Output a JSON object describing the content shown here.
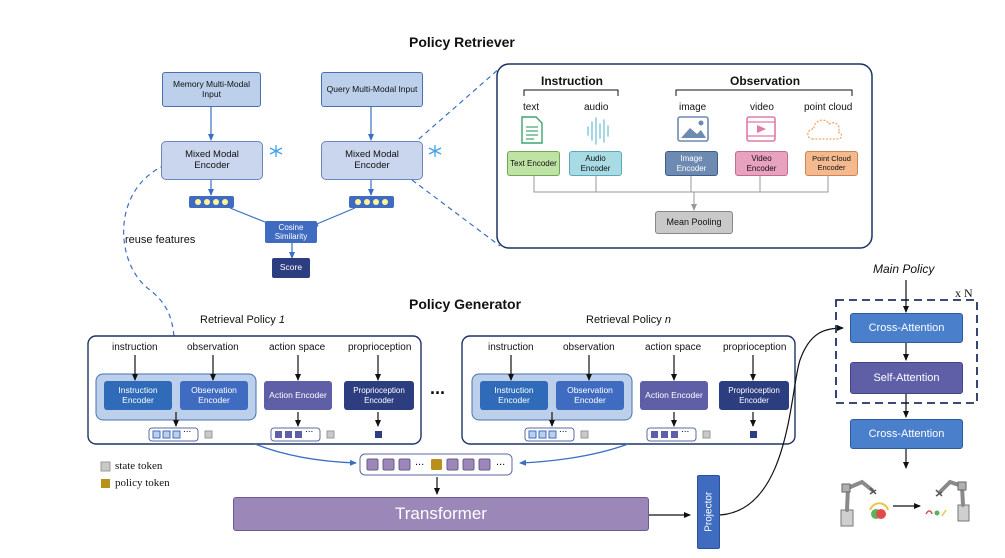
{
  "retriever": {
    "title": "Policy Retriever",
    "memory_input": "Memory Multi-Modal Input",
    "query_input": "Query Multi-Modal Input",
    "encoder": "Mixed Modal Encoder",
    "cosine": "Cosine Similarity",
    "score": "Score",
    "reuse": "reuse features"
  },
  "detail": {
    "instruction": "Instruction",
    "observation": "Observation",
    "mods": [
      "text",
      "audio",
      "image",
      "video",
      "point cloud"
    ],
    "encoders": [
      "Text Encoder",
      "Audio Encoder",
      "Image Encoder",
      "Video Encoder",
      "Point Cloud Encoder"
    ],
    "pooling": "Mean Pooling"
  },
  "generator": {
    "title": "Policy Generator",
    "policy1_prefix": "Retrieval Policy ",
    "policy1_index": "1",
    "policyn_prefix": "Retrieval Policy ",
    "policyn_index": "n",
    "inputs": [
      "instruction",
      "observation",
      "action space",
      "proprioception"
    ],
    "encoders": [
      "Instruction Encoder",
      "Observation Encoder",
      "Action Encoder",
      "Proprioception Encoder"
    ],
    "ellipsis": "...",
    "state_token": "state token",
    "policy_token": "policy token",
    "transformer": "Transformer",
    "projector": "Projector"
  },
  "main": {
    "title": "Main Policy",
    "repeat": "x N",
    "cross1": "Cross-Attention",
    "self": "Self-Attention",
    "cross2": "Cross-Attention"
  },
  "colors": {
    "light_blue": "#bcd0ec",
    "mid_blue": "#3f6cc0",
    "dark_navy": "#2d3e80",
    "purple": "#5e5fa6",
    "transformer": "#9b87b8",
    "text_green": "#bfe2a5",
    "audio_cyan": "#a9dbe5",
    "image_slate": "#6d8ab0",
    "video_pink": "#e9a1c0",
    "pc_orange": "#f5b98f",
    "state_gray": "#c9c9c9",
    "policy_gold": "#b8901a"
  }
}
